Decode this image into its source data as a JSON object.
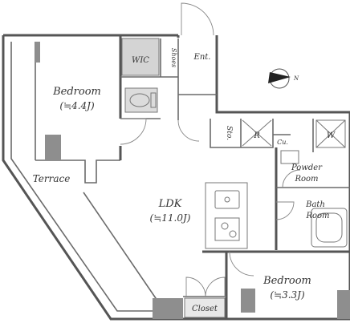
{
  "rooms": {
    "bedroom1": {
      "name": "Bedroom",
      "area": "(≒4.4J)"
    },
    "wic": "WIC",
    "shoes": "Shoes",
    "entrance": "Ent.",
    "storage": "Sto.",
    "refrigerator": "R",
    "washer": "W",
    "cupboard": "Cu.",
    "powder_room": {
      "line1": "Powder",
      "line2": "Room"
    },
    "bath_room": {
      "line1": "Bath",
      "line2": "Room"
    },
    "terrace": "Terrace",
    "ldk": {
      "name": "LDK",
      "area": "(≒11.0J)"
    },
    "bedroom2": {
      "name": "Bedroom",
      "area": "(≒3.3J)"
    },
    "closet": "Closet"
  },
  "north_label": "N",
  "colors": {
    "wall": "#555555",
    "column": "#8e8e8e",
    "fixture": "#dcdcdc"
  }
}
